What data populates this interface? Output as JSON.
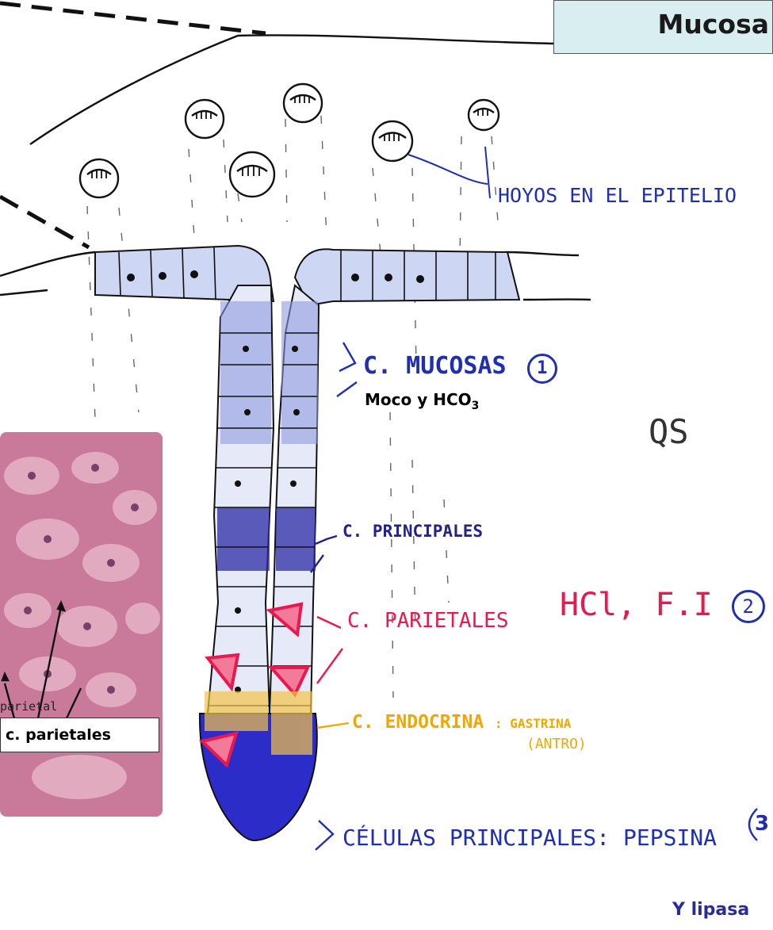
{
  "title": "Mucosa",
  "pits_label": "HOYOS EN EL EPITELIO",
  "mucous_cells": {
    "label": "C. MUCOSAS",
    "number": "1",
    "secretion_main": "Moco y HCO",
    "secretion_sub": "3"
  },
  "chief_cells_upper": {
    "label": "C. PRINCIPALES"
  },
  "parietal_cells": {
    "label": "C. PARIETALES",
    "secretion": "HCl, F.I",
    "number": "2"
  },
  "endocrine_cells": {
    "label": "C. ENDOCRINA",
    "secretion": ": GASTRINA",
    "secretion_note": "(ANTRO)"
  },
  "chief_cells_base": {
    "label": "CÉLULAS PRINCIPALES",
    "secretion": ": PEPSINA",
    "secretion_extra": "Y lipasa",
    "number": "3"
  },
  "margin_scribble": "QS",
  "histology": {
    "partial_label": "parietal",
    "label": "c. parietales"
  },
  "colors": {
    "mucous": "#1f2fb0",
    "chief": "#22228a",
    "parietal": "#e8194e",
    "endocrine": "#f0a800",
    "ink": "#1a1a1a",
    "title_bg": "#d8eef0",
    "histo_bg": "#c97a9a"
  }
}
